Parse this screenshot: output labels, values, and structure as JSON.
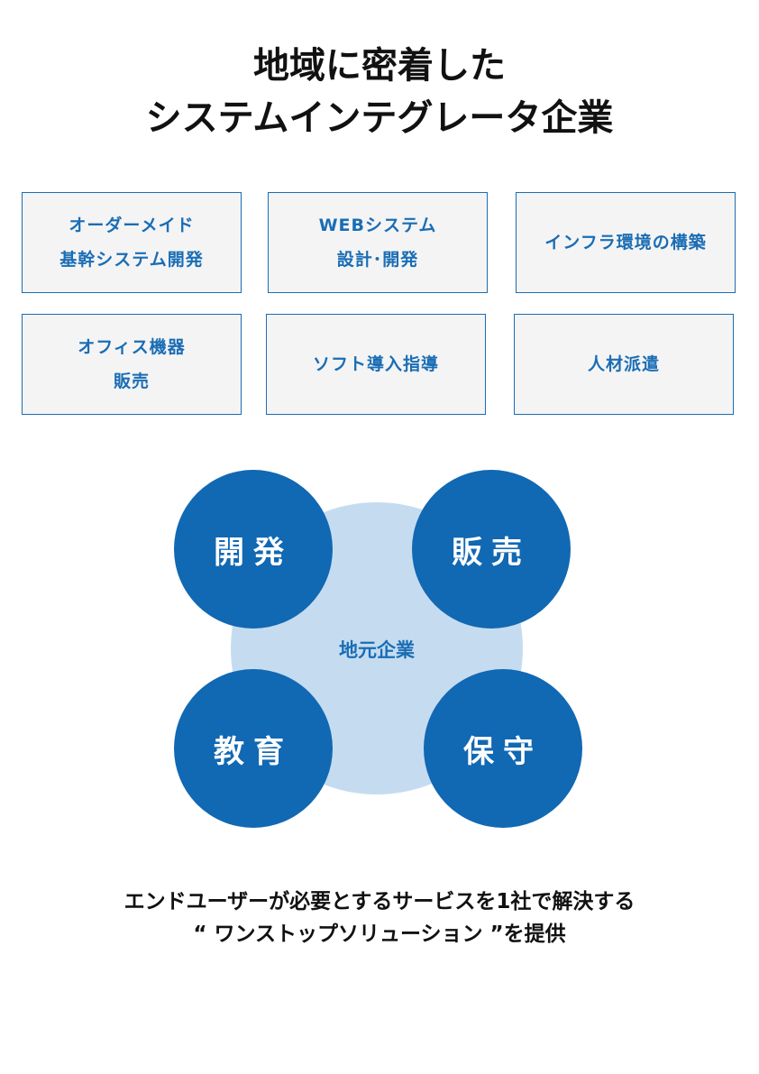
{
  "title": {
    "line1": "地域に密着した",
    "line2": "システムインテグレータ企業"
  },
  "services": [
    {
      "line1": "オーダーメイド",
      "line2": "基幹システム開発"
    },
    {
      "line1": "WEBシステム",
      "line2": "設計･開発"
    },
    {
      "line1": "インフラ環境の構築",
      "line2": ""
    },
    {
      "line1": "オフィス機器",
      "line2": "販売"
    },
    {
      "line1": "ソフト導入指導",
      "line2": ""
    },
    {
      "line1": "人材派遣",
      "line2": ""
    }
  ],
  "diagram": {
    "center": "地元企業",
    "circles": [
      "開発",
      "販売",
      "教育",
      "保守"
    ]
  },
  "footer": {
    "line1": "エンドユーザーが必要とするサービスを1社で解決する",
    "line2": "“ ワンストップソリューション ”を提供"
  },
  "colors": {
    "accent": "#1a6db5",
    "circle": "#1168b3",
    "light": "#c5dcf0",
    "box_bg": "#f4f4f4"
  }
}
